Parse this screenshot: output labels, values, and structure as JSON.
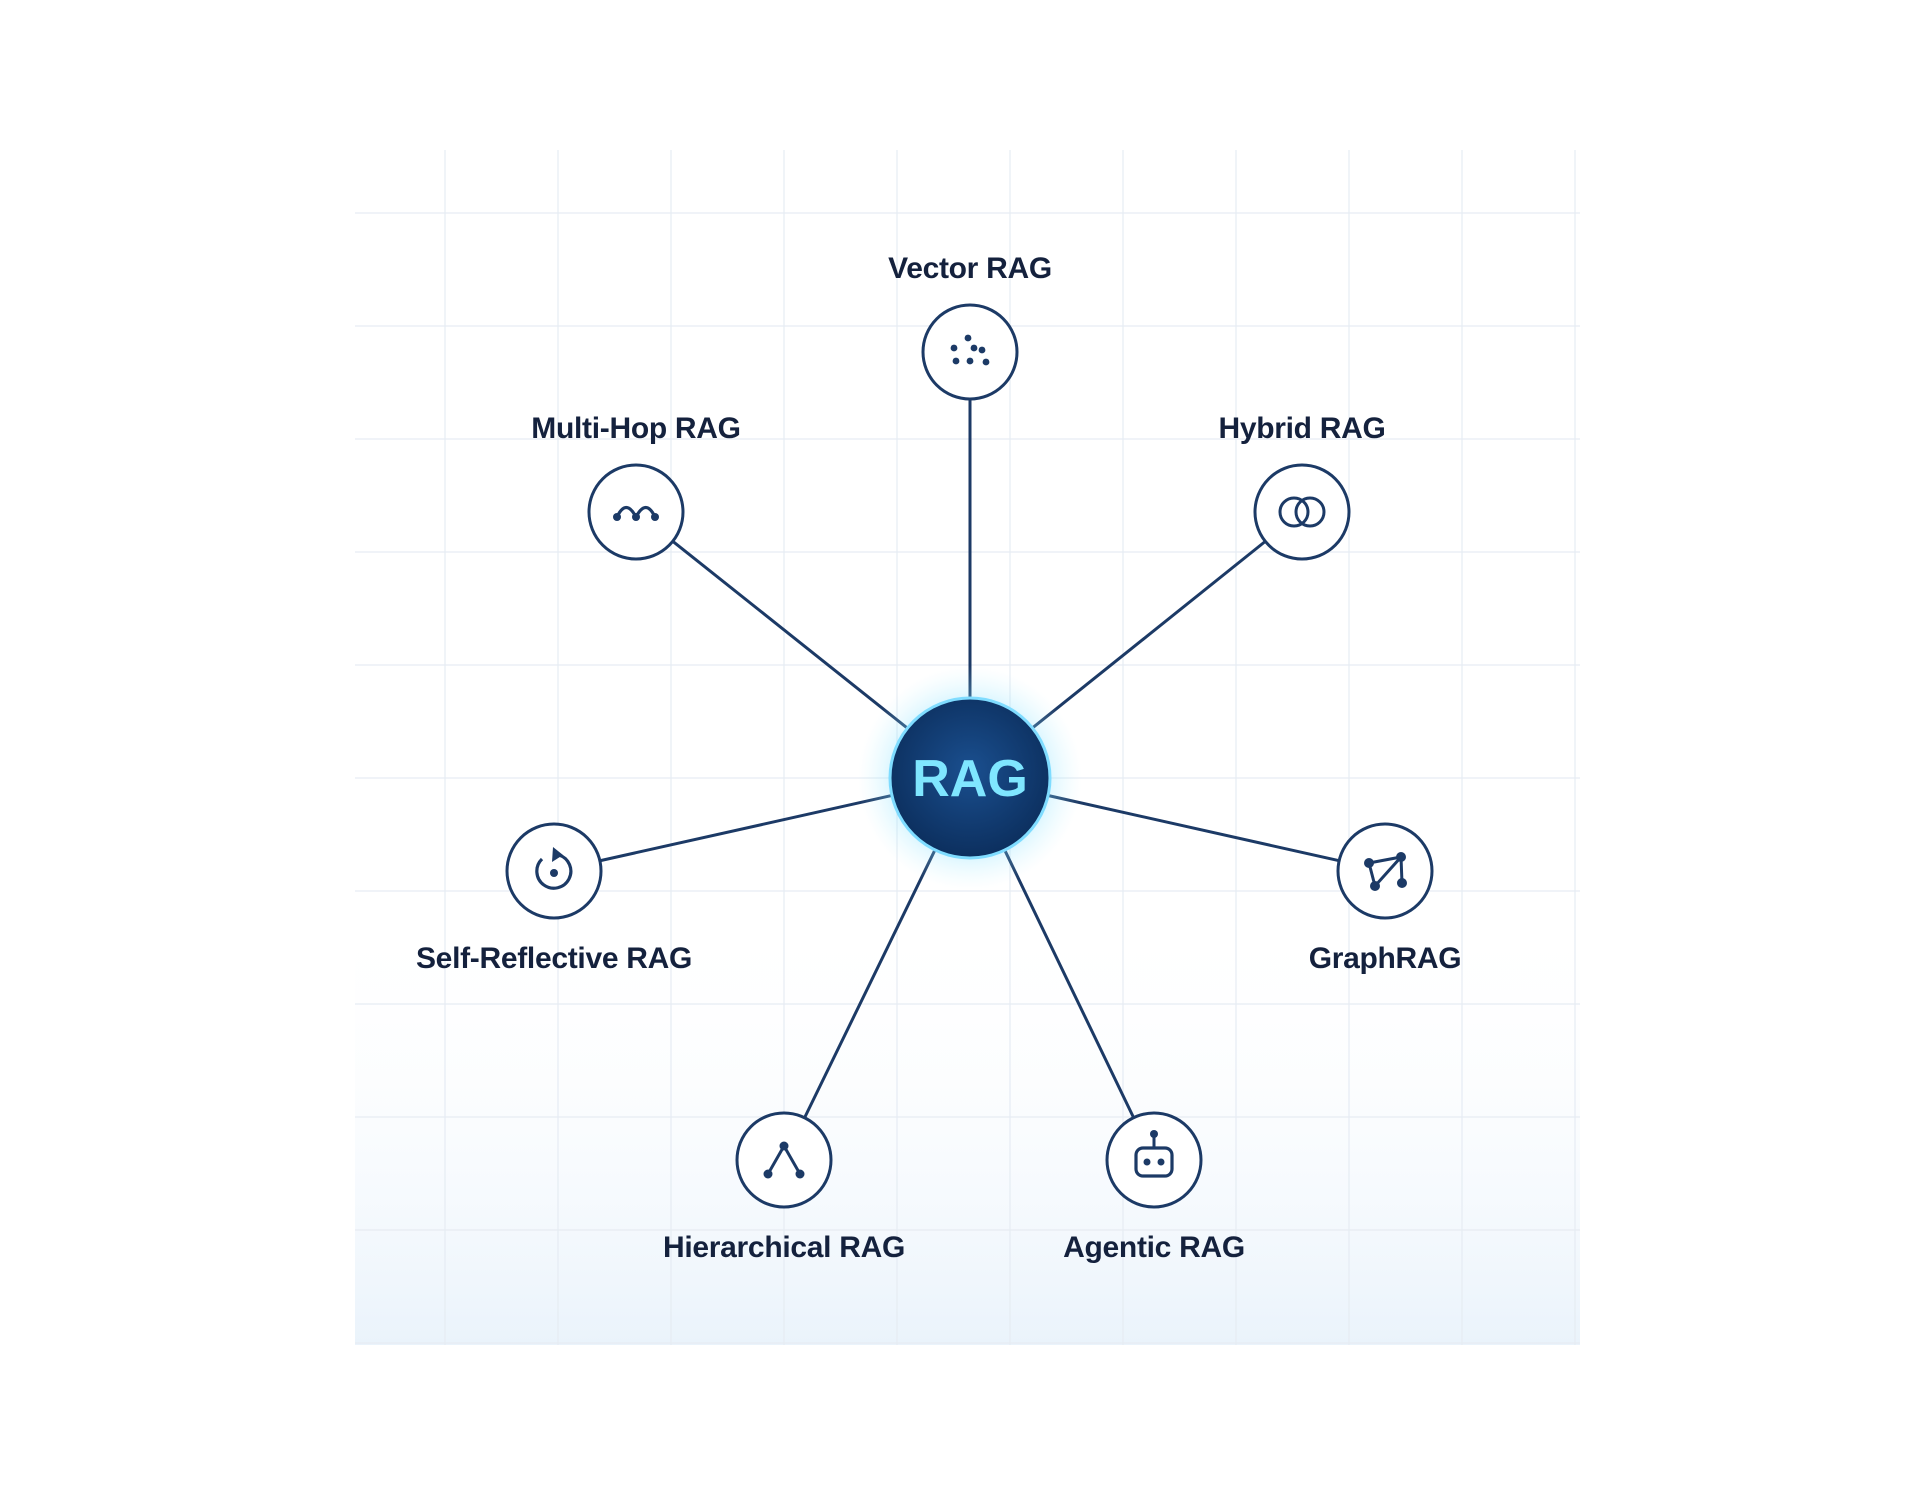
{
  "hub": {
    "label": "RAG"
  },
  "nodes": [
    {
      "id": "vector",
      "label": "Vector RAG",
      "icon": "scatter-dots-icon"
    },
    {
      "id": "hybrid",
      "label": "Hybrid RAG",
      "icon": "overlapping-circles-icon"
    },
    {
      "id": "graph",
      "label": "GraphRAG",
      "icon": "graph-network-icon"
    },
    {
      "id": "agentic",
      "label": "Agentic RAG",
      "icon": "robot-icon"
    },
    {
      "id": "hierarchical",
      "label": "Hierarchical RAG",
      "icon": "hierarchy-tree-icon"
    },
    {
      "id": "selfreflective",
      "label": "Self-Reflective RAG",
      "icon": "refresh-cycle-icon"
    },
    {
      "id": "multihop",
      "label": "Multi-Hop RAG",
      "icon": "hop-arcs-icon"
    }
  ],
  "colors": {
    "stroke": "#1c3a66",
    "label": "#14213d",
    "hub_fill": "#0f3b73",
    "hub_text": "#7fe6ff",
    "hub_glow": "#5fd8ff",
    "grid": "#e6ecf3"
  }
}
